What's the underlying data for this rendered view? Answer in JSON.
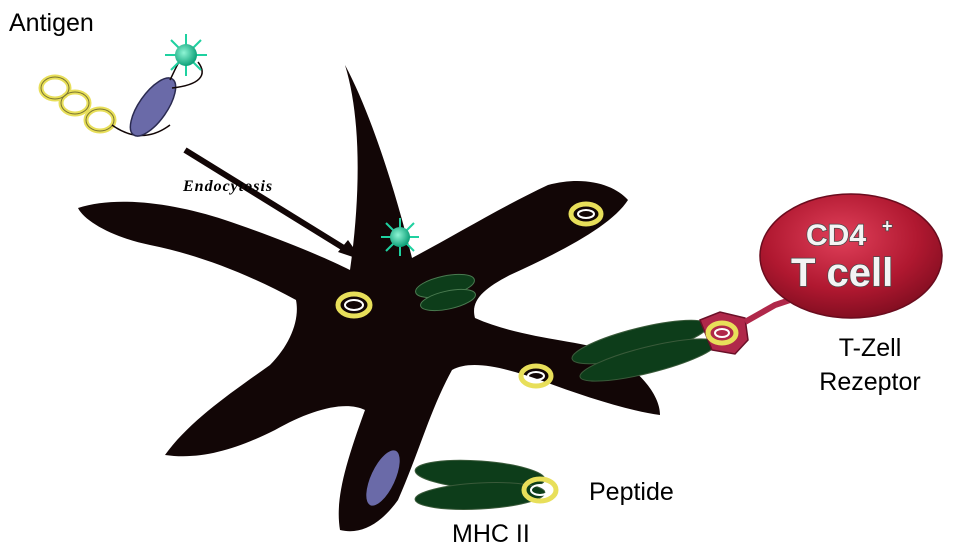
{
  "labels": {
    "antigen": "Antigen",
    "endocytosis": "Endocytosis",
    "tcell_line1": "CD4",
    "tcell_sup": "+",
    "tcell_line2": "T cell",
    "receptor_line1": "T-Zell",
    "receptor_line2": "Rezeptor",
    "peptide": "Peptide",
    "mhc": "MHC II"
  },
  "colors": {
    "cell_body": "#120606",
    "mhc_green": "#0d3d1a",
    "peptide_ring": "#e8df5a",
    "antigen_dot": "#1fd1a0",
    "antibody_purple": "#6a6aa8",
    "tcell_red": "#b01830",
    "receptor_red": "#b0284a"
  }
}
